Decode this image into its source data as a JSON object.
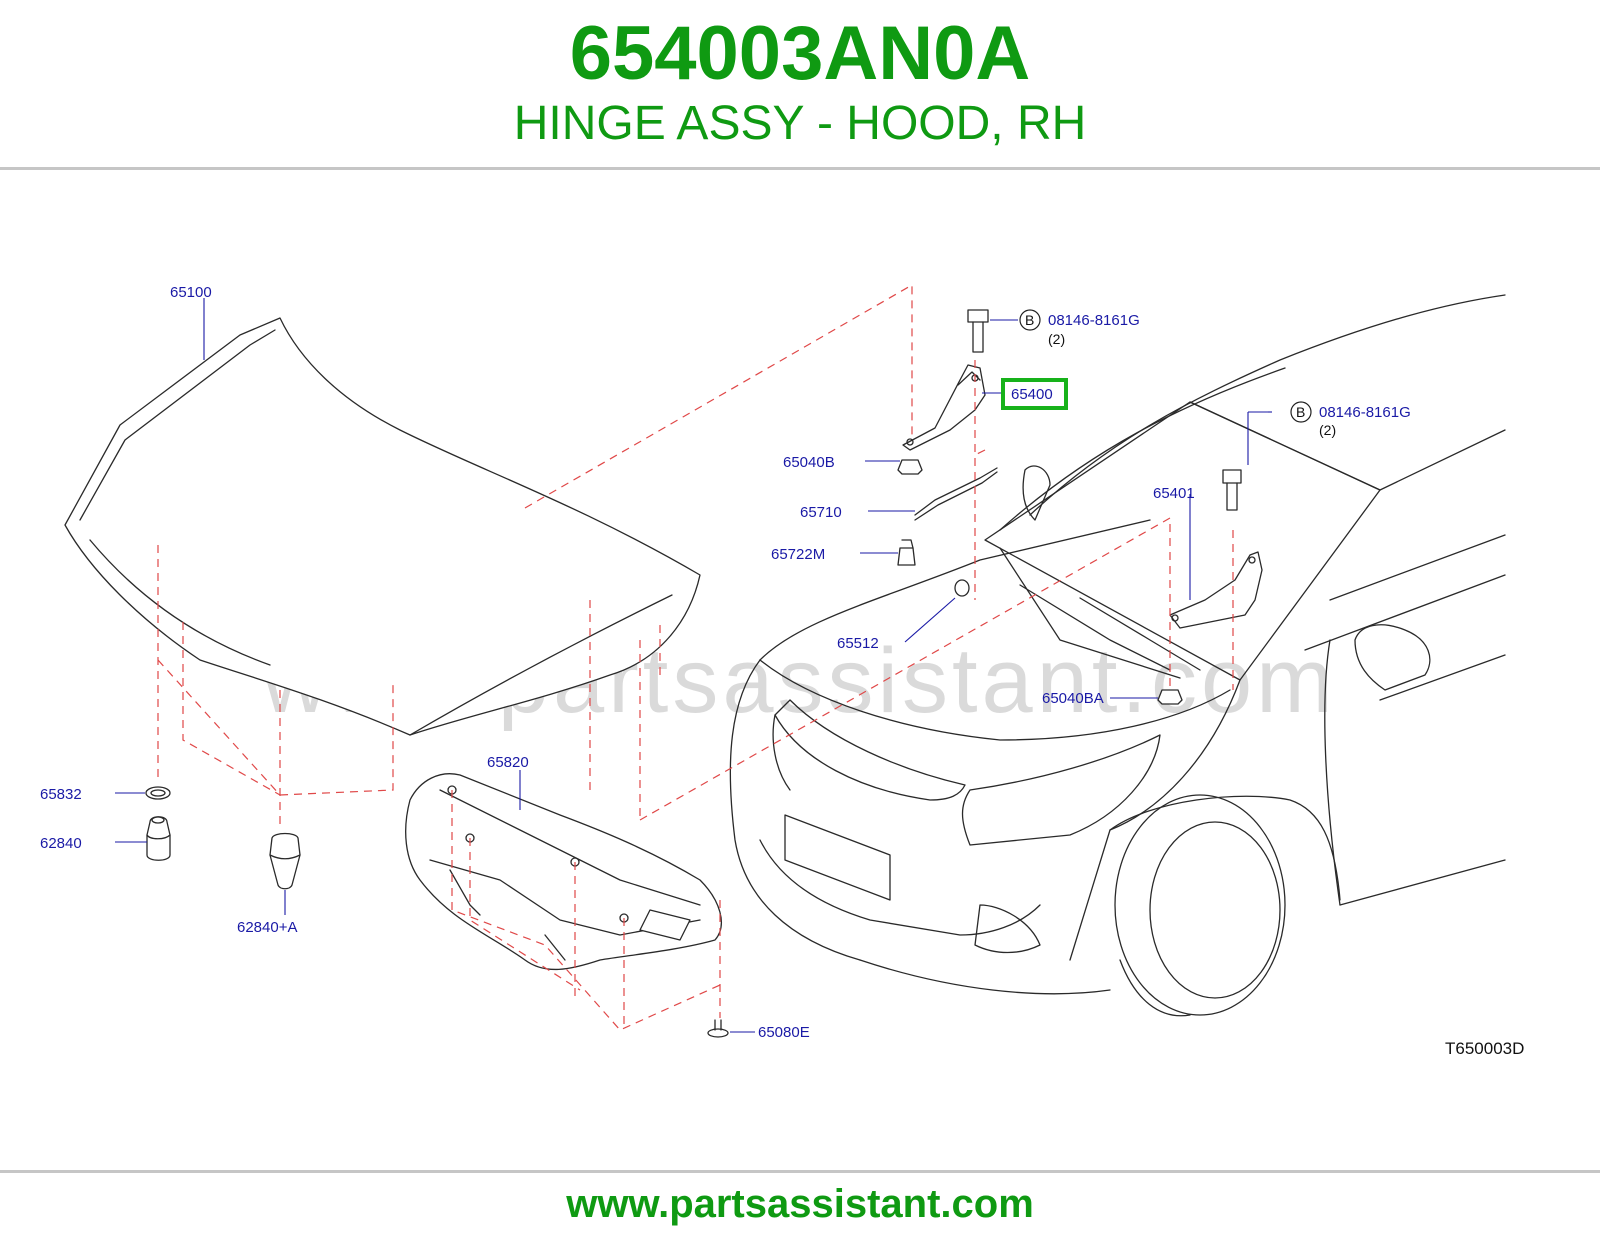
{
  "header": {
    "part_number": "654003AN0A",
    "part_name": "HINGE ASSY - HOOD, RH"
  },
  "diagram": {
    "watermark": "www.partsassistant.com",
    "reference_code": "T650003D",
    "highlight_color": "#17b21a",
    "callouts": {
      "hood": "65100",
      "hinge_rh": "65400",
      "hinge_lh": "65401",
      "bolt_rh": "08146-8161G",
      "bolt_rh_qty": "(2)",
      "bolt_rh_badge": "B",
      "bolt_lh": "08146-8161G",
      "bolt_lh_qty": "(2)",
      "bolt_lh_badge": "B",
      "nut_rh": "65040B",
      "rod": "65710",
      "clip_rod": "65722M",
      "stopper": "65512",
      "nut_lh": "65040BA",
      "insulator": "65820",
      "washer": "65832",
      "bumper": "62840",
      "bumper_a": "62840+A",
      "clip_insulator": "65080E"
    }
  },
  "footer": {
    "url": "www.partsassistant.com"
  }
}
